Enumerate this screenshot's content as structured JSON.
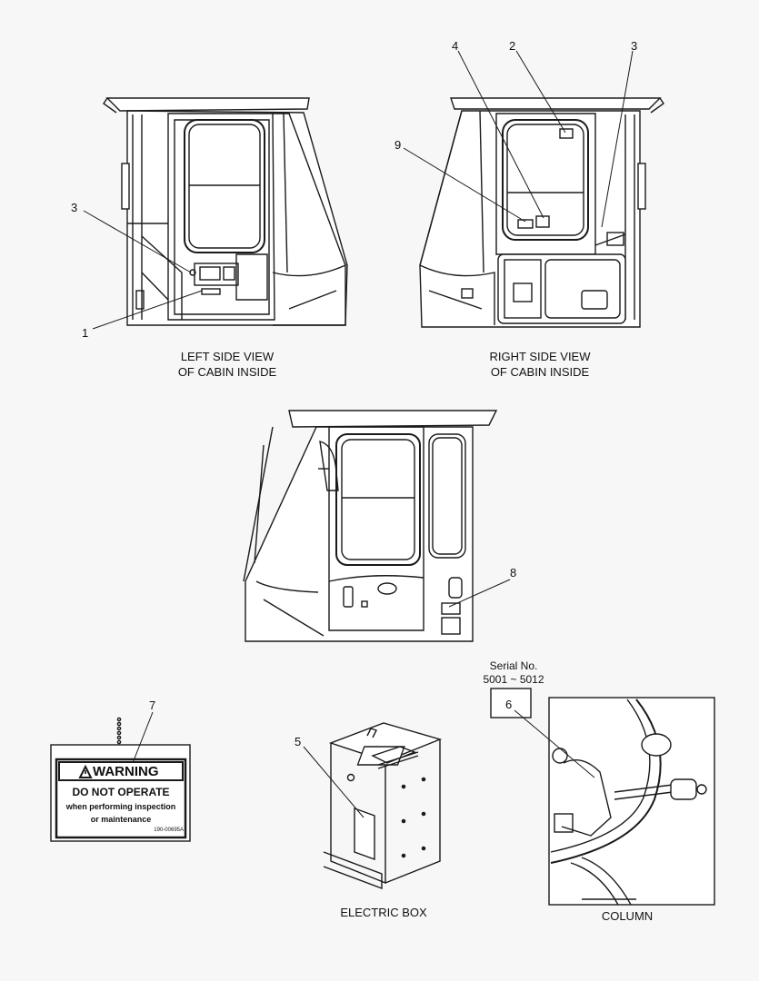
{
  "views": {
    "left_caption_line1": "LEFT SIDE VIEW",
    "left_caption_line2": "OF CABIN INSIDE",
    "right_caption_line1": "RIGHT SIDE VIEW",
    "right_caption_line2": "OF CABIN INSIDE",
    "electric_box_caption": "ELECTRIC BOX",
    "column_caption": "COLUMN"
  },
  "serial": {
    "label": "Serial No.",
    "range": "5001 ~ 5012"
  },
  "callouts": {
    "left_1": "1",
    "left_3": "3",
    "right_4": "4",
    "right_2": "2",
    "right_3": "3",
    "right_9": "9",
    "front_8": "8",
    "decal_7": "7",
    "box_5": "5",
    "column_6": "6"
  },
  "warning_decal": {
    "header": "WARNING",
    "line1": "DO NOT OPERATE",
    "line2": "when performing inspection",
    "line3": "or maintenance",
    "part_no": "190-00695A"
  },
  "colors": {
    "line": "#1a1a1a",
    "background": "#f7f7f7"
  }
}
